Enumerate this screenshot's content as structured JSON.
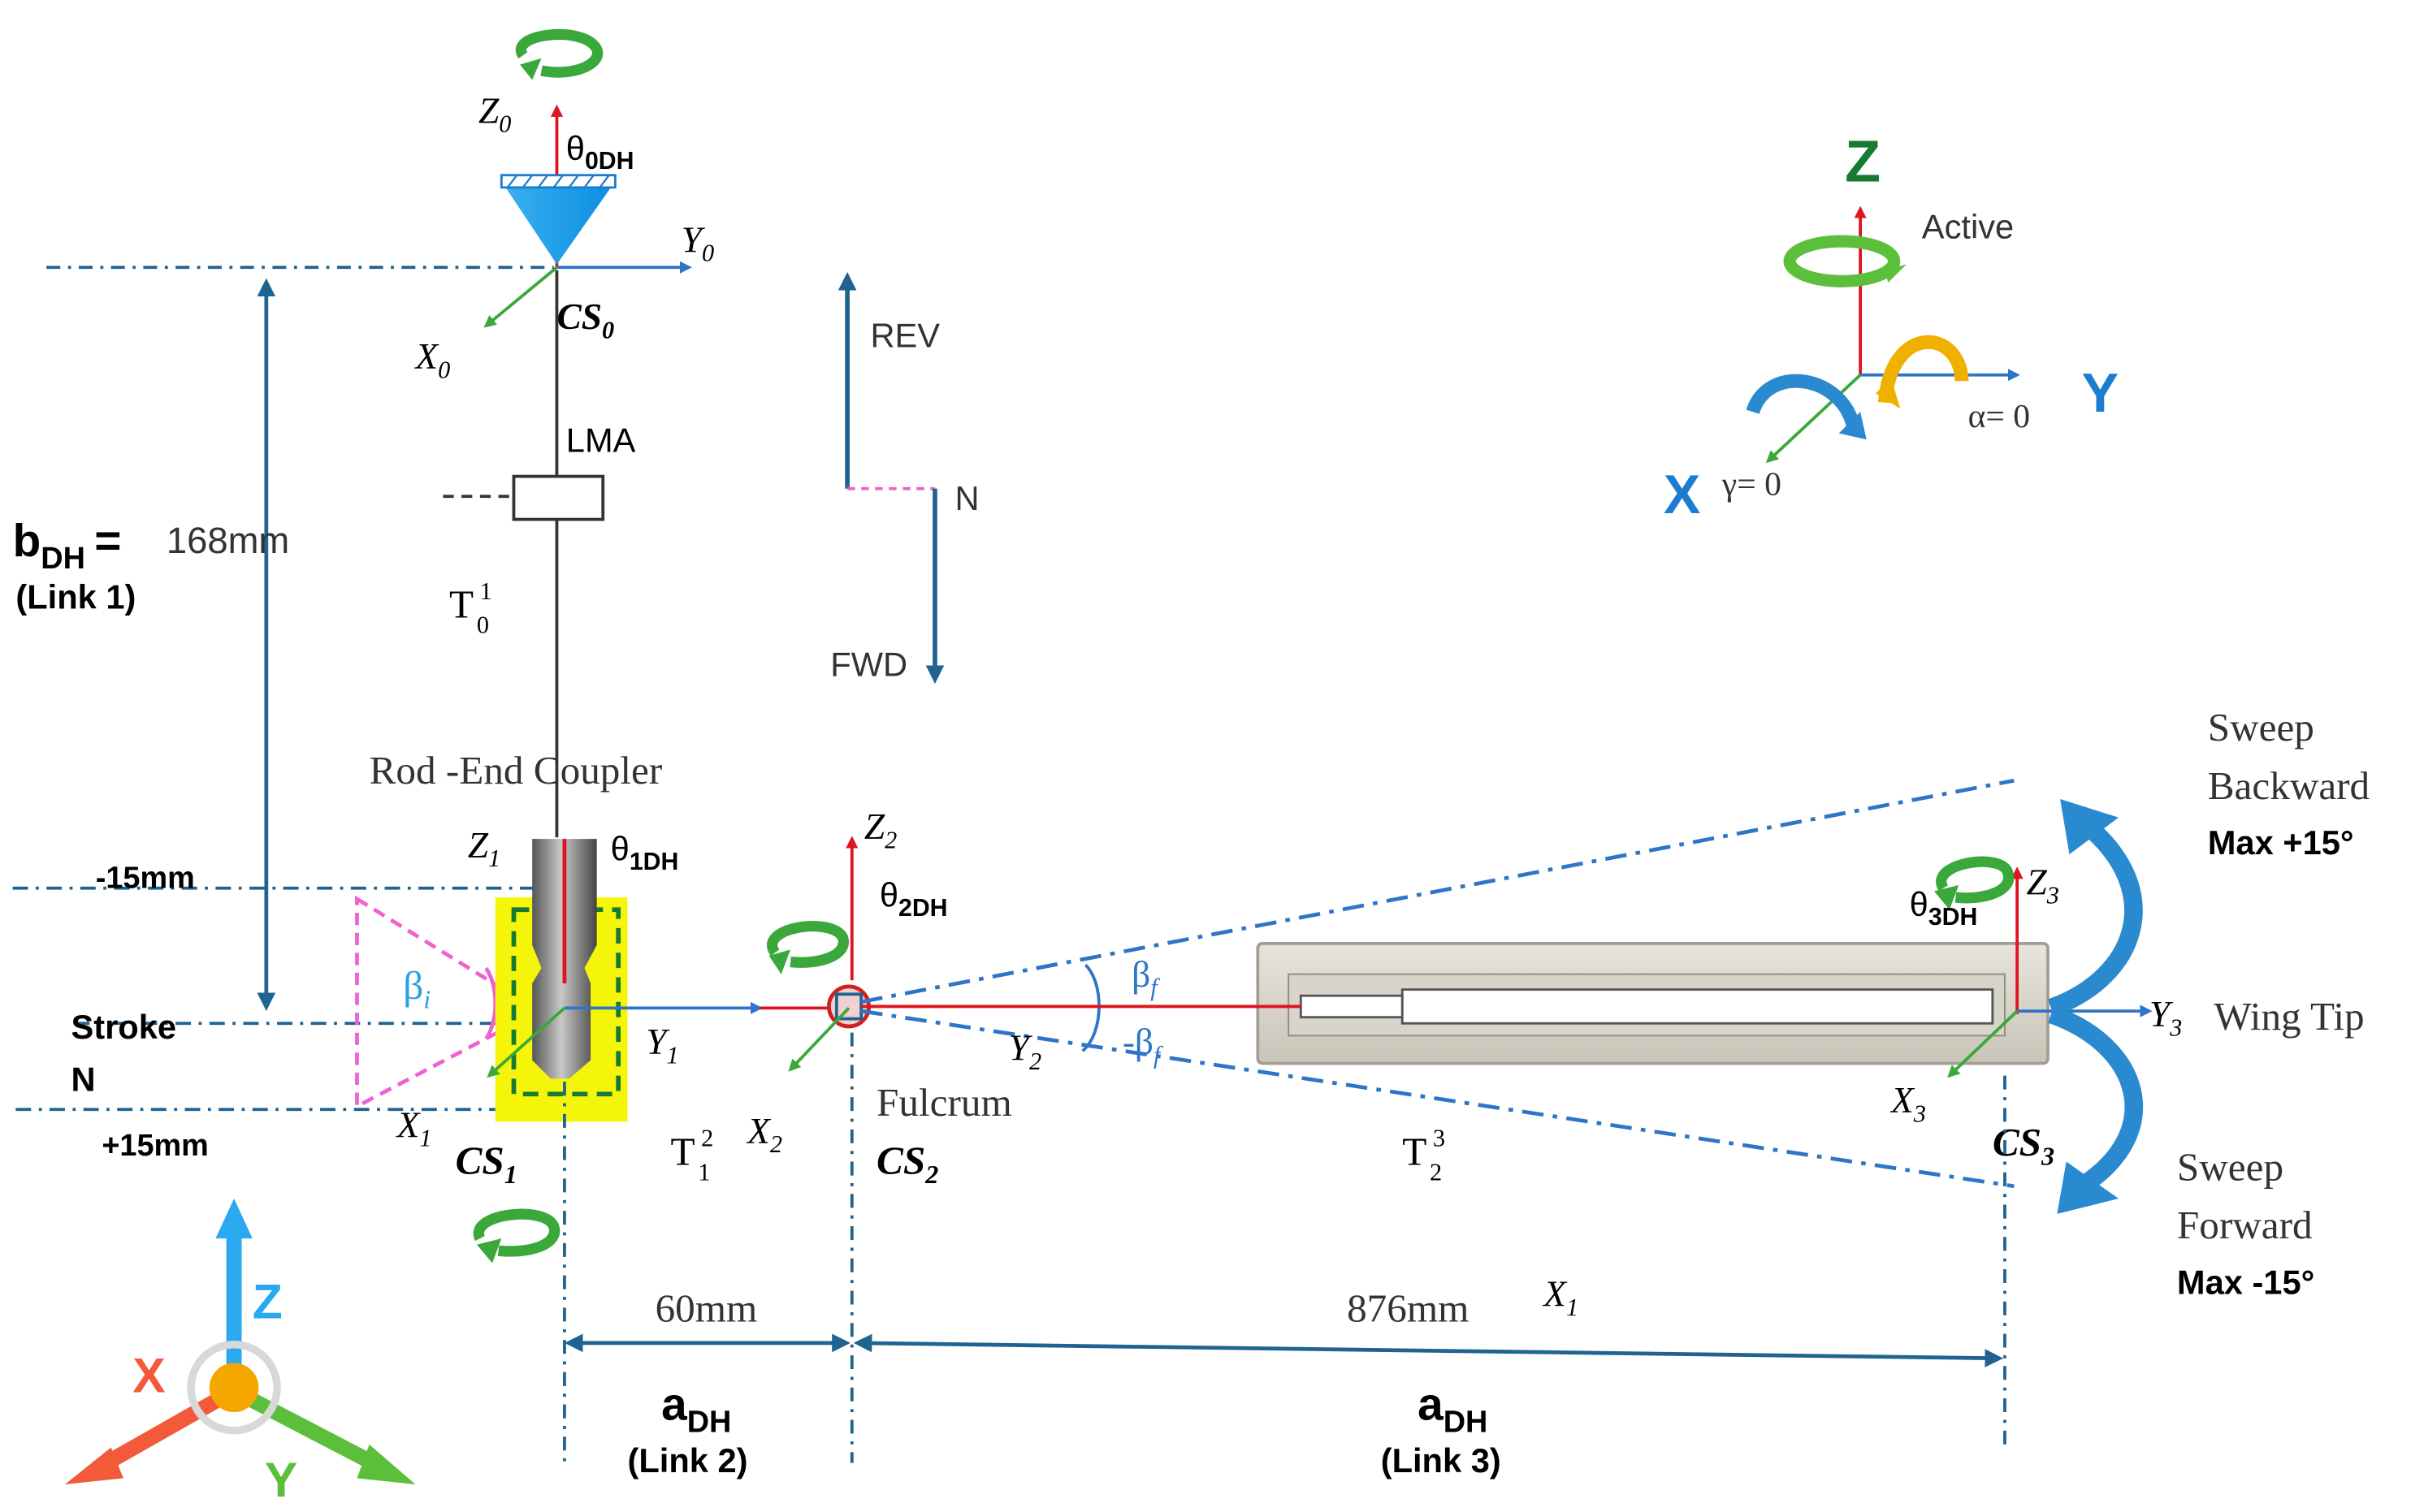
{
  "frame0": {
    "z": "Z",
    "z_sub": "0",
    "y": "Y",
    "y_sub": "0",
    "x": "X",
    "x_sub": "0",
    "theta": "θ",
    "theta_sub": "0DH",
    "cs": "CS",
    "cs_sub": "0"
  },
  "lma": "LMA",
  "t01": {
    "t": "T",
    "sup": "1",
    "sub": "0"
  },
  "link1": {
    "b": "b",
    "b_sub": "DH",
    "eq": "=",
    "value": "168mm",
    "label": "(Link 1)"
  },
  "direction": {
    "rev": "REV",
    "n": "N",
    "fwd": "FWD"
  },
  "legend": {
    "z": "Z",
    "active": "Active",
    "y": "Y",
    "alpha": "α= 0",
    "x": "X",
    "gamma": "γ= 0"
  },
  "coupler": "Rod -End Coupler",
  "frame1": {
    "z": "Z",
    "z_sub": "1",
    "theta": "θ",
    "theta_sub": "1DH",
    "y": "Y",
    "y_sub": "1",
    "x": "X",
    "x_sub": "1",
    "cs": "CS",
    "cs_sub": "1"
  },
  "stroke": {
    "minus": "-15mm",
    "plus": "+15mm",
    "label": "Stroke",
    "n": "N",
    "beta_i": "β",
    "beta_i_sub": "i"
  },
  "frame2": {
    "z": "Z",
    "z_sub": "2",
    "theta": "θ",
    "theta_sub": "2DH",
    "y": "Y",
    "y_sub": "2",
    "x": "X",
    "x_sub": "2",
    "fulcrum": "Fulcrum",
    "cs": "CS",
    "cs_sub": "2",
    "beta_f": "β",
    "beta_f_sub": "f",
    "neg_beta_f": "-β",
    "neg_beta_f_sub": "f"
  },
  "t12": {
    "t": "T",
    "sup": "2",
    "sub": "1"
  },
  "t23": {
    "t": "T",
    "sup": "3",
    "sub": "2"
  },
  "frame3": {
    "theta": "θ",
    "theta_sub": "3DH",
    "z": "Z",
    "z_sub": "3",
    "y": "Y",
    "y_sub": "3",
    "x": "X",
    "x_sub": "3",
    "cs": "CS",
    "cs_sub": "3",
    "wing_tip": "Wing Tip"
  },
  "sweep": {
    "back_1": "Sweep",
    "back_2": "Backward",
    "back_max": "Max +15°",
    "fwd_1": "Sweep",
    "fwd_2": "Forward",
    "fwd_max": "Max -15°"
  },
  "dims": {
    "d60": "60mm",
    "d876": "876mm",
    "x1": "X",
    "x1_sub": "1",
    "a2": "a",
    "a2_sub": "DH",
    "link2": "(Link 2)",
    "a3": "a",
    "a3_sub": "DH",
    "link3": "(Link 3)"
  },
  "axes_icon": {
    "z": "Z",
    "x": "X",
    "y": "Y"
  },
  "colors": {
    "red": "#e0141e",
    "blue": "#2e75c8",
    "dark_blue": "#1f6391",
    "green": "#3aa83a",
    "dark_green": "#157a32",
    "magenta": "#f060d0",
    "yellow": "#f5f50a"
  }
}
